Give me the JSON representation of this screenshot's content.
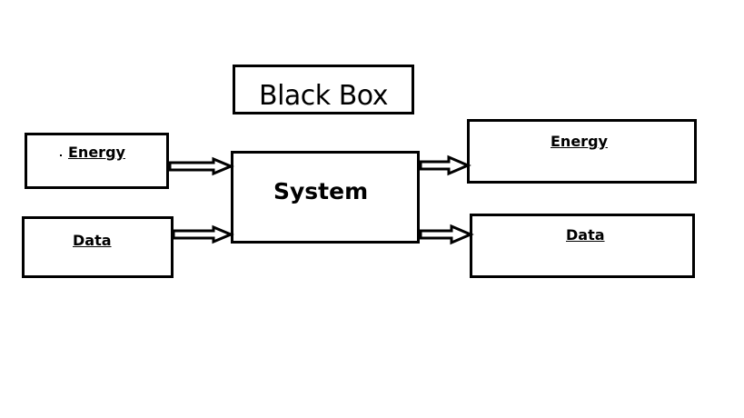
{
  "diagram": {
    "title": "Black Box",
    "system": "System",
    "inputs": [
      {
        "label": "Energy"
      },
      {
        "label": "Data"
      }
    ],
    "outputs": [
      {
        "label": "Energy"
      },
      {
        "label": "Data"
      }
    ]
  },
  "colors": {
    "stroke": "#000000",
    "background": "#ffffff"
  }
}
